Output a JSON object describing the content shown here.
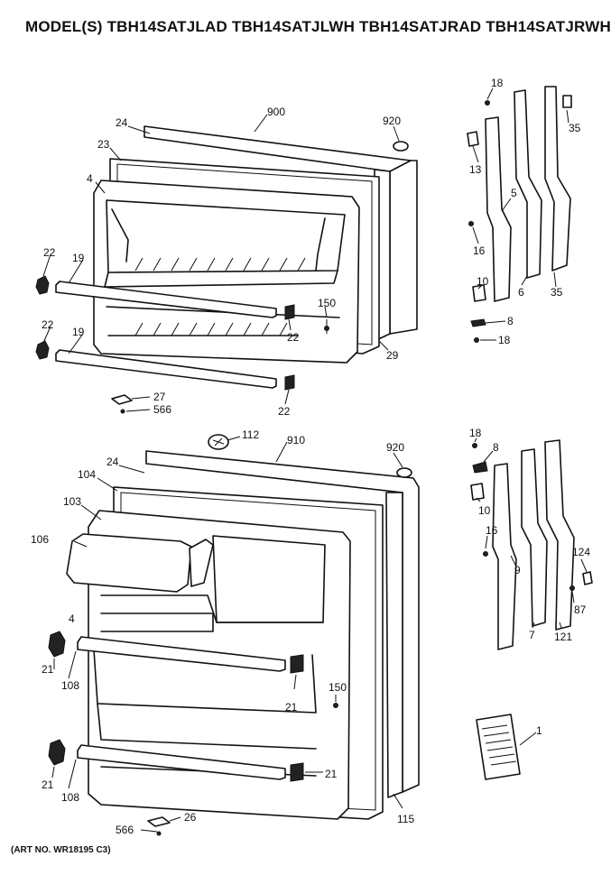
{
  "header": {
    "title": "MODEL(S) TBH14SATJLAD  TBH14SATJLWH  TBH14SATJRAD  TBH14SATJRWH"
  },
  "footer": {
    "art_no": "(ART NO. WR18195 C3)"
  },
  "callouts": {
    "freezer": {
      "c24": "24",
      "c900": "900",
      "c920": "920",
      "c23": "23",
      "c4": "4",
      "c22a": "22",
      "c19a": "19",
      "c22b": "22",
      "c19b": "19",
      "c150": "150",
      "c22c": "22",
      "c22d": "22",
      "c29": "29",
      "c27": "27",
      "c566": "566",
      "c18a": "18",
      "c13": "13",
      "c35a": "35",
      "c5": "5",
      "c16": "16",
      "c10": "10",
      "c6": "6",
      "c35b": "35",
      "c8": "8",
      "c18b": "18"
    },
    "fresh_food": {
      "c112": "112",
      "c910": "910",
      "c920": "920",
      "c24": "24",
      "c104": "104",
      "c103": "103",
      "c106": "106",
      "c4": "4",
      "c21a": "21",
      "c108a": "108",
      "c21b": "21",
      "c150": "150",
      "c21c": "21",
      "c108b": "108",
      "c21d": "21",
      "c566": "566",
      "c26": "26",
      "c115": "115",
      "c18": "18",
      "c8": "8",
      "c10": "10",
      "c16": "16",
      "c9": "9",
      "c124": "124",
      "c87": "87",
      "c7": "7",
      "c121": "121",
      "c1": "1"
    }
  }
}
